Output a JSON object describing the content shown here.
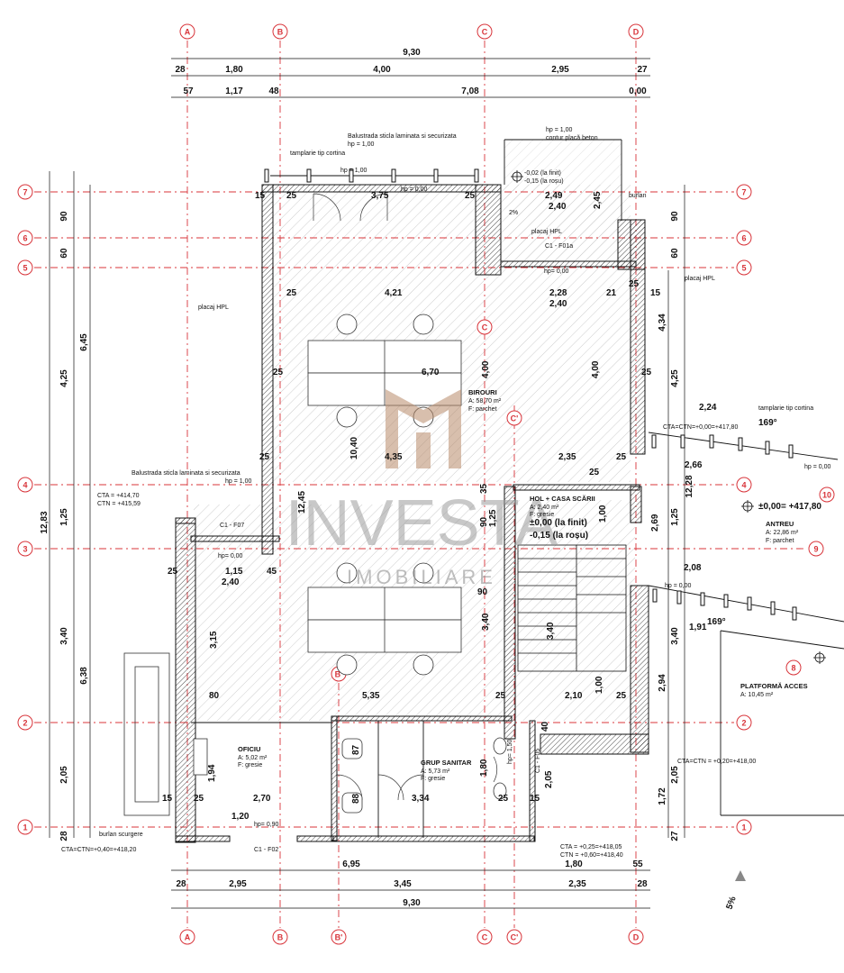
{
  "axes": {
    "vertical": [
      "A",
      "B",
      "B'",
      "C",
      "C'",
      "D"
    ],
    "horizontal": [
      "1",
      "2",
      "3",
      "4",
      "5",
      "6",
      "7"
    ],
    "stair_axes": [
      "8",
      "9",
      "10"
    ]
  },
  "dimensions_top": {
    "overall": "9,30",
    "row1": [
      "28",
      "1,80",
      "4,00",
      "2,95",
      "27"
    ],
    "row2": [
      "57",
      "1,17",
      "48",
      "7,08",
      "0,00"
    ]
  },
  "dimensions_bottom": {
    "row1": [
      "6,95",
      "1,80",
      "55"
    ],
    "row2": [
      "28",
      "2,95",
      "3,45",
      "2,35",
      "28"
    ],
    "overall": "9,30"
  },
  "dimensions_left": {
    "outer_total": "12,83",
    "mid_a": "6,45",
    "mid_b": "6,38",
    "segments": [
      "90",
      "60",
      "4,25",
      "1,25",
      "3,40",
      "2,05",
      "28"
    ]
  },
  "dimensions_right": {
    "segments": [
      "90",
      "60",
      "4,25",
      "1,25",
      "3,40",
      "2,05",
      "27"
    ],
    "inner": [
      "4,34",
      "12,28",
      "2,94",
      "1,72"
    ]
  },
  "rooms": [
    {
      "name": "BIROURI",
      "area": "A: 58,70 m²",
      "floor": "F: parchet"
    },
    {
      "name": "HOL + CASA SCĂRII",
      "area": "A: 2,40 m²",
      "floor": "F: gresie"
    },
    {
      "name": "ANTREU",
      "area": "A: 22,86 m²",
      "floor": "F: parchet"
    },
    {
      "name": "OFICIU",
      "area": "A: 5,02 m²",
      "floor": "F: gresie"
    },
    {
      "name": "GRUP SANITAR",
      "area": "A: 5,73 m²",
      "floor": "F: gresie"
    },
    {
      "name": "PLATFORMĂ ACCES",
      "area": "A: 10,45 m²",
      "floor": ""
    }
  ],
  "annotations": {
    "balustrada_top": "Balustrada sticla laminata si securizata",
    "hp_100": "hp = 1,00",
    "tamplarie": "tamplarie tip cortina",
    "hp_000": "hp = 0,00",
    "contur_placa": "contur placă beton",
    "burlan": "burlan",
    "placaj_hpl": "placaj HPL",
    "c1_f01a": "C1 - F01a",
    "balustrada_mid": "Balustrada sticla laminata si securizata",
    "cta_left": "CTA = +414,70",
    "ctn_left": "CTN = +415,59",
    "c1_f07": "C1 - F07",
    "hp_0_00": "hp= 0,00",
    "cta_ctn_right": "CTA=CTN=+0,00=+417,80",
    "level_main": "±0,00= +417,80",
    "angle1": "169°",
    "angle2": "169°",
    "cta_ctn_access": "CTA=CTN = +0,20=+418,00",
    "burlan_scurgere": "burlan scurgere",
    "cta_ctn_bottom": "CTA=CTN=+0,40=+418,20",
    "hp_090": "hp= 0,90",
    "c1_f02": "C1 - F02",
    "cta_bottom": "CTA = +0,25=+418,05",
    "ctn_bottom": "CTN = +0,60=+418,40",
    "c1_f05": "C1 - F05",
    "slope": "5%",
    "slope_roof": "2%",
    "level_finit": "-0,02 (la finit)",
    "level_rosu": "-0,15 (la roșu)",
    "level_finit2": "±0,00 (la finit)",
    "level_rosu2": "-0,15 (la roșu)",
    "hp_150": "hp= 1,50"
  },
  "interior_dims": {
    "d15": "15",
    "d25a": "25",
    "d375": "3,75",
    "d25b": "25",
    "d249": "2,49",
    "d240a": "2,40",
    "d245": "2,45",
    "d421": "4,21",
    "d228": "2,28",
    "d21": "21",
    "d240b": "2,40",
    "d670": "6,70",
    "d400a": "4,00",
    "d400b": "4,00",
    "d435": "4,35",
    "d235": "2,35",
    "d1040": "10,40",
    "d1245": "12,45",
    "d115": "1,15",
    "d45": "45",
    "d240c": "2,40",
    "d315": "3,15",
    "d340": "3,40",
    "d340b": "3,40",
    "d535": "5,35",
    "d210": "2,10",
    "d80": "80",
    "d270": "2,70",
    "d334": "3,34",
    "d194": "1,94",
    "d120": "1,20",
    "d87": "87",
    "d88": "88",
    "d180": "1,80",
    "d205": "2,05",
    "d269": "2,69",
    "d125": "1,25",
    "d266": "2,66",
    "d208": "2,08",
    "d191": "1,91",
    "d224": "2,24",
    "d100": "1,00",
    "d90": "90",
    "d35": "35",
    "d40": "40"
  },
  "watermark": {
    "brand": "INVESTA",
    "sub": "IMOBILIARE"
  },
  "colors": {
    "axis": "#d8343a",
    "wall": "#1a1a1a",
    "watermark": "#9a9a9a",
    "logo": "#b88a6a"
  }
}
